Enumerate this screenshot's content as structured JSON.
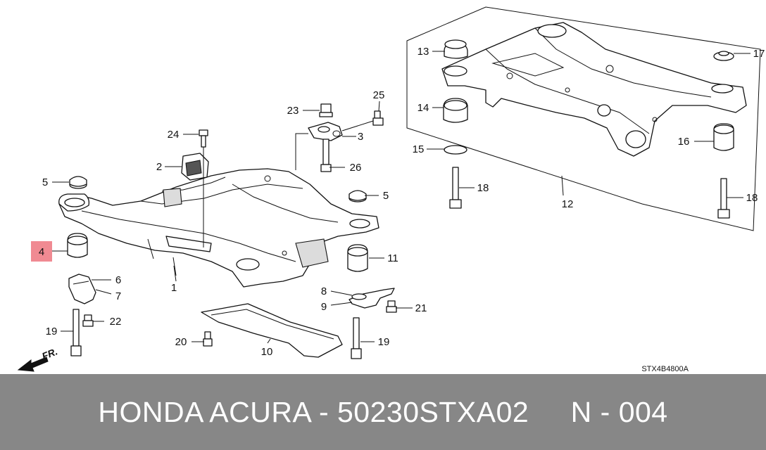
{
  "diagram": {
    "callouts": {
      "c1": "1",
      "c2": "2",
      "c3": "3",
      "c4": "4",
      "c5a": "5",
      "c5b": "5",
      "c6": "6",
      "c7": "7",
      "c8": "8",
      "c9": "9",
      "c10": "10",
      "c11": "11",
      "c12": "12",
      "c13": "13",
      "c14": "14",
      "c15": "15",
      "c16": "16",
      "c17": "17",
      "c18a": "18",
      "c18b": "18",
      "c19a": "19",
      "c19b": "19",
      "c20": "20",
      "c21": "21",
      "c22": "22",
      "c23": "23",
      "c24": "24",
      "c25": "25",
      "c26": "26"
    },
    "highlighted_callout": "4",
    "highlight_color": "#f08a92",
    "direction_label": "FR.",
    "diagram_code": "STX4B4800A"
  },
  "footer": {
    "text": "HONDA ACURA - 50230STXA02     N - 004",
    "background": "#878787"
  }
}
